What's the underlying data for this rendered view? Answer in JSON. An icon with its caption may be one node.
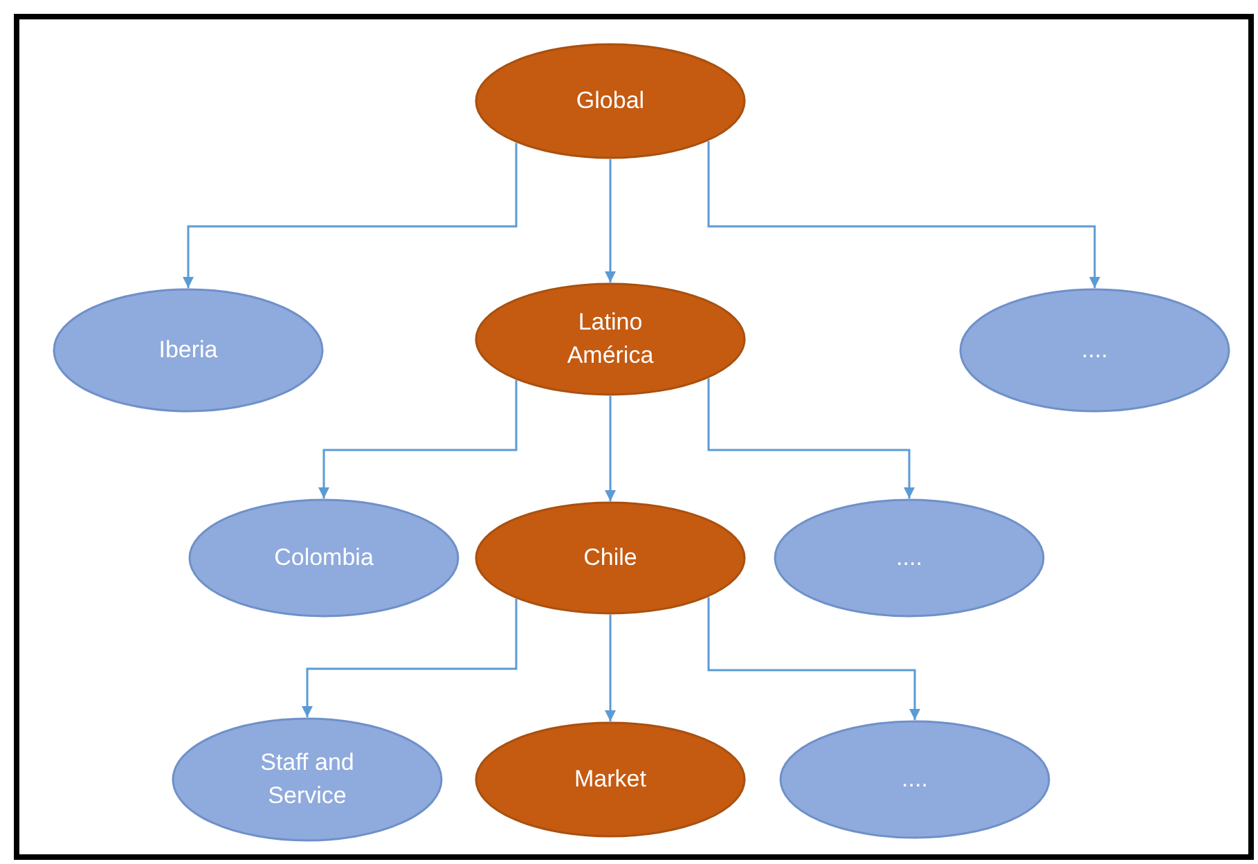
{
  "diagram": {
    "nodes": [
      {
        "text": [
          "Global"
        ]
      },
      {
        "text": [
          "Iberia"
        ]
      },
      {
        "text": [
          "Latino América"
        ]
      },
      {
        "text": [
          "...."
        ]
      },
      {
        "text": [
          "Colombia"
        ]
      },
      {
        "text": [
          "Chile"
        ]
      },
      {
        "text": [
          "...."
        ]
      },
      {
        "text": [
          "Staff and Service"
        ]
      },
      {
        "text": [
          "Market"
        ]
      },
      {
        "text": [
          "...."
        ]
      }
    ],
    "edges": [
      {
        "from": 0,
        "to": 1,
        "arrow": "to"
      },
      {
        "from": 0,
        "to": 2,
        "arrow": "to"
      },
      {
        "from": 0,
        "to": 3,
        "arrow": "to"
      },
      {
        "from": 2,
        "to": 4,
        "arrow": "to"
      },
      {
        "from": 2,
        "to": 5,
        "arrow": "to"
      },
      {
        "from": 2,
        "to": 6,
        "arrow": "to"
      },
      {
        "from": 5,
        "to": 7,
        "arrow": "to"
      },
      {
        "from": 5,
        "to": 8,
        "arrow": "to"
      },
      {
        "from": 5,
        "to": 9,
        "arrow": "to"
      }
    ]
  }
}
